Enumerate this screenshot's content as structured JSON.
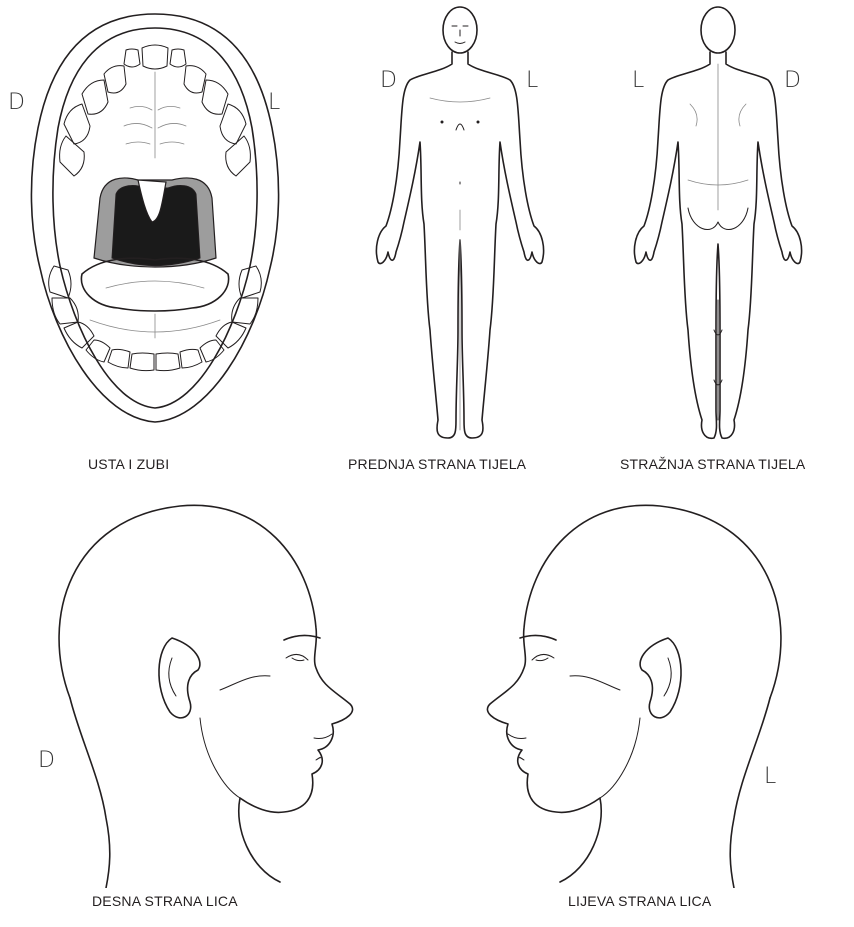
{
  "panels": {
    "mouth": {
      "caption": "USTA I ZUBI",
      "left_marker": "D",
      "right_marker": "L"
    },
    "body_front": {
      "caption": "PREDNJA STRANA TIJELA",
      "left_marker": "D",
      "right_marker": "L"
    },
    "body_back": {
      "caption": "STRAŽNJA STRANA TIJELA",
      "left_marker": "L",
      "right_marker": "D"
    },
    "face_right": {
      "caption": "DESNA STRANA LICA",
      "marker": "D"
    },
    "face_left": {
      "caption": "LIJEVA STRANA LICA",
      "marker": "L"
    }
  }
}
